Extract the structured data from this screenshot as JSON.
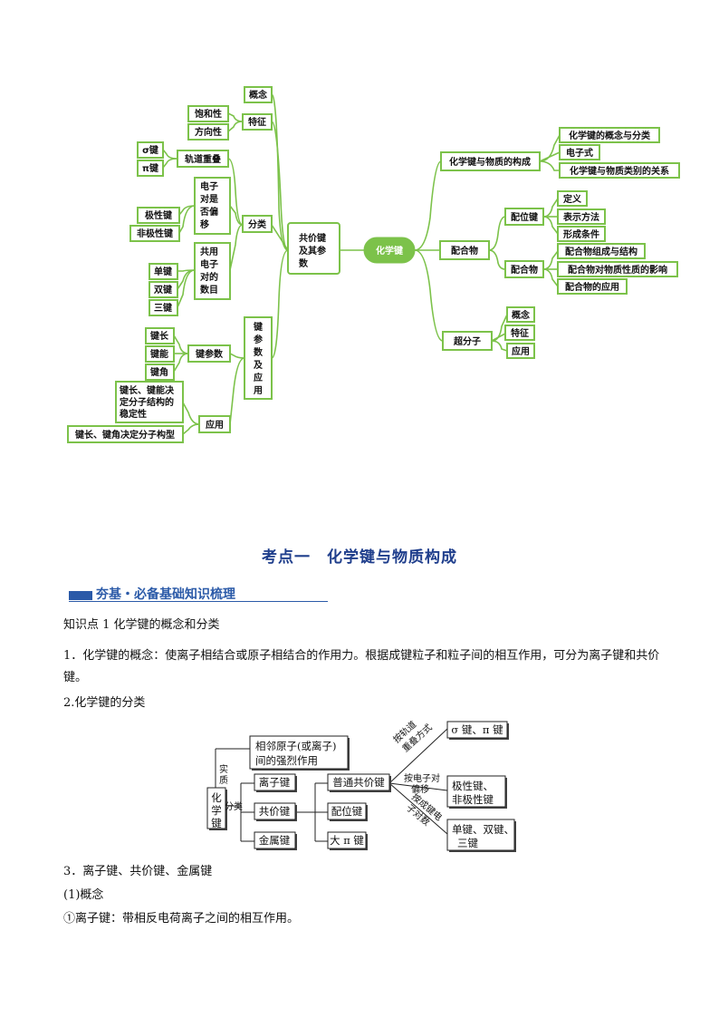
{
  "mindmap": {
    "center": "化学键",
    "left_main": [
      "共价键",
      "及其参",
      "数"
    ],
    "left_groups": {
      "concept": "概念",
      "feature": "特征",
      "saturation": "饱和性",
      "direction": "方向性",
      "classify": "分类",
      "orbital_overlap": "轨道重叠",
      "sigma": "σ键",
      "pi": "π键",
      "electron_shift": [
        "电子",
        "对是",
        "否偏",
        "移"
      ],
      "polar": "极性键",
      "nonpolar": "非极性键",
      "shared_pairs": [
        "共用",
        "电子",
        "对的",
        "数目"
      ],
      "single": "单键",
      "double": "双键",
      "triple": "三键",
      "params_apply": [
        "键",
        "参",
        "数",
        "及",
        "应",
        "用"
      ],
      "bond_params": "键参数",
      "bond_length": "键长",
      "bond_energy": "键能",
      "bond_angle": "键角",
      "apply": "应用",
      "apply1": [
        "键长、键能决",
        "定分子结构的",
        "稳定性"
      ],
      "apply2": "键长、键角决定分子构型"
    },
    "right_groups": {
      "bond_matter": "化学键与物质的构成",
      "bm1": "化学键的概念与分类",
      "bm2": "电子式",
      "bm3": "化学键与物质类别的关系",
      "complex": "配合物",
      "coord_bond": "配位键",
      "cb1": "定义",
      "cb2": "表示方法",
      "cb3": "形成条件",
      "complex2": "配合物",
      "c1": "配合物组成与结构",
      "c2": "配合物对物质性质的影响",
      "c3": "配合物的应用",
      "supra": "超分子",
      "s1": "概念",
      "s2": "特征",
      "s3": "应用"
    }
  },
  "section_title": "考点一　化学键与物质构成",
  "banner": "夯基・必备基础知识梳理",
  "body": {
    "kp1": "知识点 1  化学键的概念和分类",
    "p1": "1．化学键的概念：使离子相结合或原子相结合的作用力。根据成键粒子和粒子间的相互作用，可分为离子键和共价键。",
    "p2": "2.化学键的分类",
    "p3": "3．离子键、共价键、金属键",
    "p4": "(1)概念",
    "p5": "①离子键：带相反电荷离子之间的相互作用。"
  },
  "class_diagram": {
    "root": [
      "化",
      "学",
      "键"
    ],
    "essence": [
      "实",
      "质"
    ],
    "classify": "分类",
    "essence_box": [
      "相邻原子(或离子)",
      "间的强烈作用"
    ],
    "ionic": "离子键",
    "covalent": "共价键",
    "metallic": "金属键",
    "normal_cov": "普通共价键",
    "coordinate": "配位键",
    "big_pi": "大 π 键",
    "by_overlap": [
      "按轨道",
      "重叠方式"
    ],
    "by_shift": [
      "按电子对",
      "偏移"
    ],
    "by_pairs": [
      "按成键电",
      "子对数"
    ],
    "sigma_pi": "σ 键、π 键",
    "polar_box": [
      "极性键、",
      "非极性键"
    ],
    "multi_box": [
      "单键、双键、",
      "三键"
    ]
  }
}
